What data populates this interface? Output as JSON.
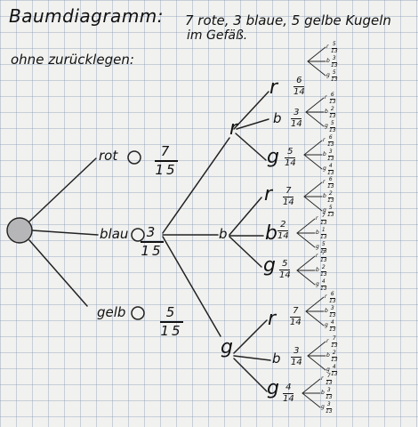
{
  "header": {
    "title": "Baumdiagramm:",
    "subtitle": "7 rote, 3 blaue, 5 gelbe Kugeln",
    "subtitle2": "im Gefäß.",
    "subtitle3": "ohne zurücklegen:"
  },
  "level1": [
    {
      "label": "rot",
      "num": "7",
      "den": "15"
    },
    {
      "label": "blau",
      "num": "3",
      "den": "15"
    },
    {
      "label": "gelb",
      "num": "5",
      "den": "15"
    }
  ],
  "level2": [
    {
      "label": "r",
      "children": [
        {
          "label": "r",
          "num": "6",
          "den": "14"
        },
        {
          "label": "b",
          "num": "3",
          "den": "14"
        },
        {
          "label": "g",
          "num": "5",
          "den": "14"
        }
      ]
    },
    {
      "label": "b",
      "children": [
        {
          "label": "r",
          "num": "7",
          "den": "14"
        },
        {
          "label": "b",
          "num": "2",
          "den": "14"
        },
        {
          "label": "g",
          "num": "5",
          "den": "14"
        }
      ]
    },
    {
      "label": "g",
      "children": [
        {
          "label": "r",
          "num": "7",
          "den": "14"
        },
        {
          "label": "b",
          "num": "3",
          "den": "14"
        },
        {
          "label": "g",
          "num": "4",
          "den": "14"
        }
      ]
    }
  ],
  "level3": [
    [
      {
        "r": "5",
        "b": "3",
        "g": "5"
      },
      {
        "r": "6",
        "b": "2",
        "g": "5"
      },
      {
        "r": "6",
        "b": "3",
        "g": "4"
      }
    ],
    [
      {
        "r": "6",
        "b": "2",
        "g": "5"
      },
      {
        "r": "7",
        "b": "1",
        "g": "5"
      },
      {
        "r": "7",
        "b": "2",
        "g": "4"
      }
    ],
    [
      {
        "r": "6",
        "b": "3",
        "g": "4"
      },
      {
        "r": "7",
        "b": "2",
        "g": "4"
      },
      {
        "r": "7",
        "b": "3",
        "g": "3"
      }
    ]
  ],
  "level3_den": "13",
  "level3_labels": {
    "r": "r",
    "b": "b",
    "g": "g"
  }
}
